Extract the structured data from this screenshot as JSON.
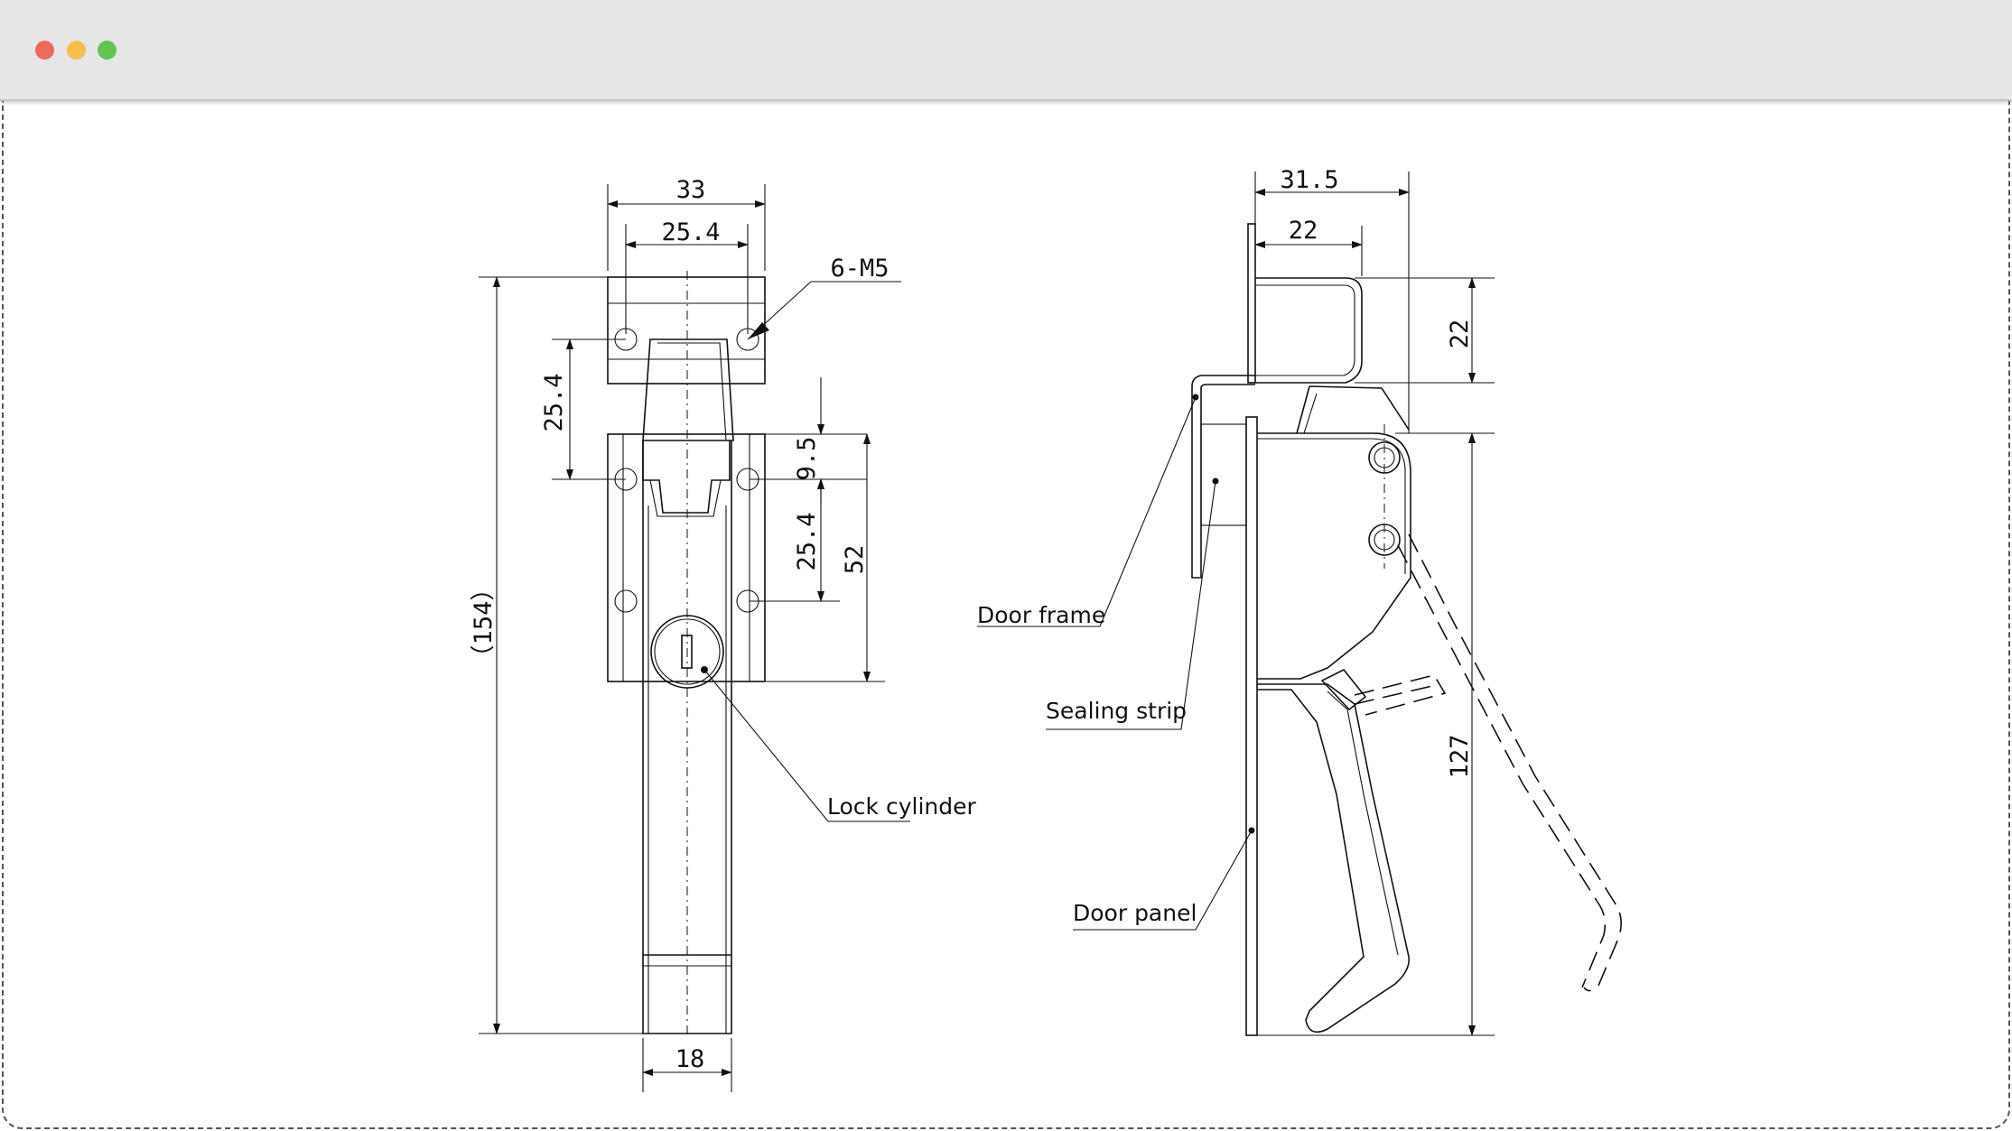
{
  "window": {
    "controls": [
      "close",
      "minimize",
      "maximize"
    ],
    "control_colors": [
      "#ed6a5e",
      "#f5bf4f",
      "#61c554"
    ]
  },
  "front_view": {
    "dims": {
      "width_33": "33",
      "width_25_4": "25.4",
      "thread": "6-M5",
      "height_25_4": "25.4",
      "height_9_5": "9.5",
      "height_25_4_b": "25.4",
      "height_52": "52",
      "height_154": "（154）",
      "width_18": "18"
    },
    "labels": {
      "lock_cylinder": "Lock cylinder"
    }
  },
  "side_view": {
    "dims": {
      "width_31_5": "31.5",
      "width_22": "22",
      "height_22": "22",
      "height_127": "127"
    },
    "labels": {
      "door_frame": "Door frame",
      "sealing_strip": "Sealing strip",
      "door_panel": "Door panel"
    }
  }
}
